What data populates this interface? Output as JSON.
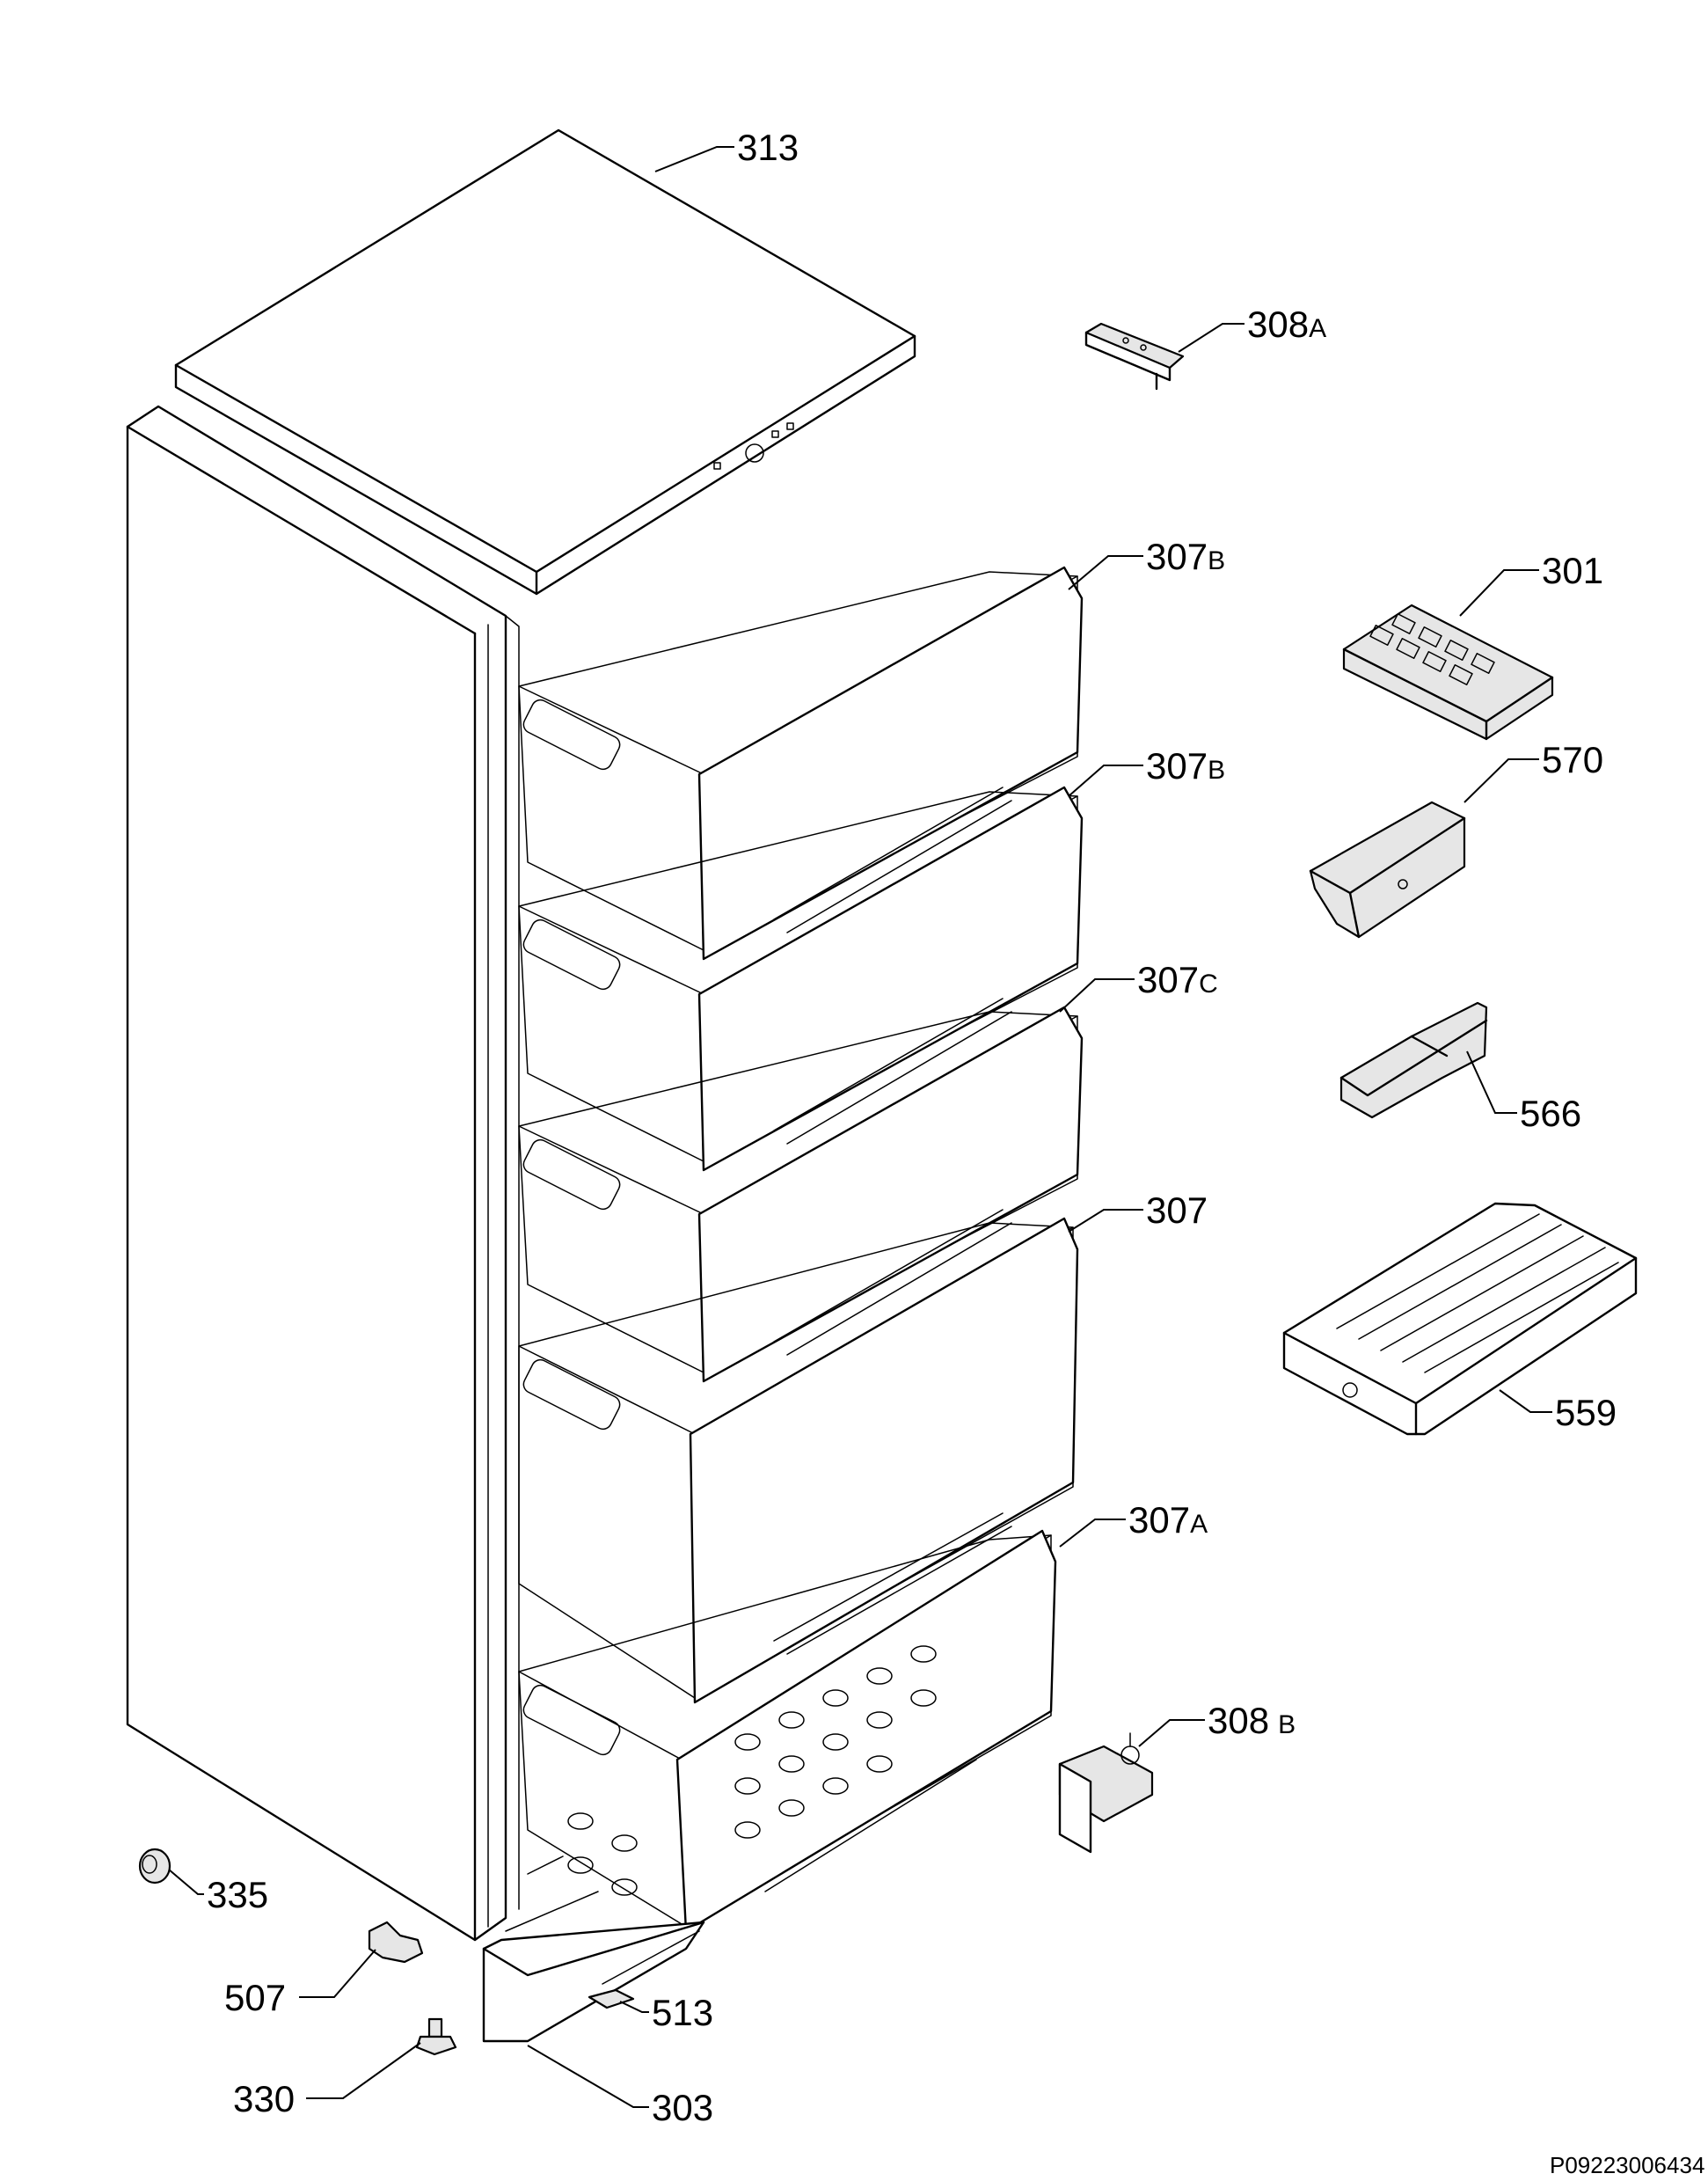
{
  "labels": {
    "313": {
      "num": "313",
      "sub": ""
    },
    "308A": {
      "num": "308",
      "sub": "A"
    },
    "307B_1": {
      "num": "307",
      "sub": "B"
    },
    "301": {
      "num": "301",
      "sub": ""
    },
    "307B_2": {
      "num": "307",
      "sub": "B"
    },
    "570": {
      "num": "570",
      "sub": ""
    },
    "307C": {
      "num": "307",
      "sub": "C"
    },
    "566": {
      "num": "566",
      "sub": ""
    },
    "307": {
      "num": "307",
      "sub": ""
    },
    "559": {
      "num": "559",
      "sub": ""
    },
    "307A": {
      "num": "307",
      "sub": "A"
    },
    "308B": {
      "num": "308",
      "sub": "B"
    },
    "335": {
      "num": "335",
      "sub": ""
    },
    "507": {
      "num": "507",
      "sub": ""
    },
    "513": {
      "num": "513",
      "sub": ""
    },
    "330": {
      "num": "330",
      "sub": ""
    },
    "303": {
      "num": "303",
      "sub": ""
    }
  },
  "doc_code": "P09223006434"
}
